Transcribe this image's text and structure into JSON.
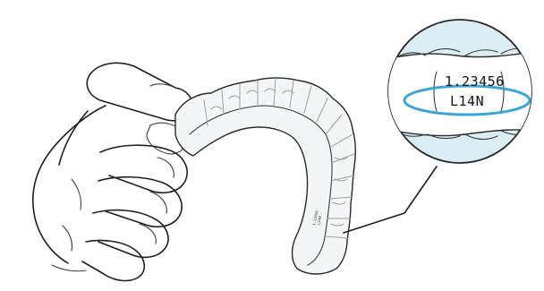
{
  "magnifier": {
    "case_number": "1.23456",
    "tray_code": "L14N",
    "highlight_color": "#3aa6d8",
    "fill_color": "#dbeef6"
  },
  "aligner": {
    "engraved_case_number": "1.23456",
    "engraved_tray_code": "L14N"
  },
  "icons": {
    "hand": "hand-holding-aligner",
    "magnifier": "magnifier-callout"
  }
}
